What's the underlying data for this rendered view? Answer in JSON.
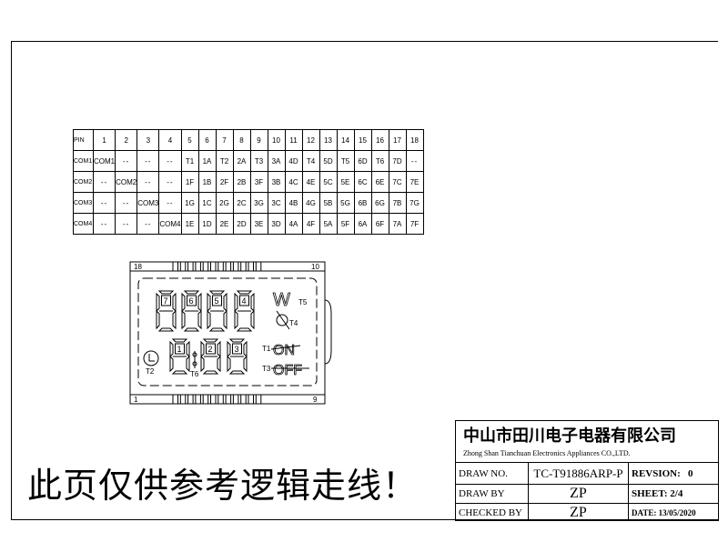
{
  "pin_table": {
    "header": [
      "PIN",
      "1",
      "2",
      "3",
      "4",
      "5",
      "6",
      "7",
      "8",
      "9",
      "10",
      "11",
      "12",
      "13",
      "14",
      "15",
      "16",
      "17",
      "18"
    ],
    "rows": [
      [
        "COM1",
        "COM1",
        "--",
        "--",
        "--",
        "T1",
        "1A",
        "T2",
        "2A",
        "T3",
        "3A",
        "4D",
        "T4",
        "5D",
        "T5",
        "6D",
        "T6",
        "7D",
        "--"
      ],
      [
        "COM2",
        "--",
        "COM2",
        "--",
        "--",
        "1F",
        "1B",
        "2F",
        "2B",
        "3F",
        "3B",
        "4C",
        "4E",
        "5C",
        "5E",
        "6C",
        "6E",
        "7C",
        "7E"
      ],
      [
        "COM3",
        "--",
        "--",
        "COM3",
        "--",
        "1G",
        "1C",
        "2G",
        "2C",
        "3G",
        "3C",
        "4B",
        "4G",
        "5B",
        "5G",
        "6B",
        "6G",
        "7B",
        "7G"
      ],
      [
        "COM4",
        "--",
        "--",
        "--",
        "COM4",
        "1E",
        "1D",
        "2E",
        "2D",
        "3E",
        "3D",
        "4A",
        "4F",
        "5A",
        "5F",
        "6A",
        "6F",
        "7A",
        "7F"
      ]
    ]
  },
  "lcd": {
    "pin_top_left": "18",
    "pin_top_right": "10",
    "pin_bottom_left": "1",
    "pin_bottom_right": "9",
    "top_digits": [
      "7",
      "6",
      "5",
      "4"
    ],
    "bottom_digits": [
      "1",
      "2",
      "3"
    ],
    "labels": {
      "t1": "T1",
      "t2": "T2",
      "t3": "T3",
      "t4": "T4",
      "t5": "T5",
      "t6": "T6",
      "on": "ON",
      "off": "OFF",
      "w": "W"
    }
  },
  "notice": "此页仅供参考逻辑走线！",
  "title_block": {
    "company_cn": "中山市田川电子电器有限公司",
    "company_en": "Zhong Shan Tianchuan Electronics Appliances CO.,LTD.",
    "draw_no_label": "DRAW NO.",
    "draw_no": "TC-T91886ARP-P",
    "revision_label": "REVSION:",
    "revision": "0",
    "draw_by_label": "DRAW BY",
    "draw_by": "ZP",
    "sheet_label": "SHEET:",
    "sheet": "2/4",
    "checked_by_label": "CHECKED BY",
    "checked_by": "ZP",
    "date_label": "DATE:",
    "date": "13/05/2020"
  }
}
